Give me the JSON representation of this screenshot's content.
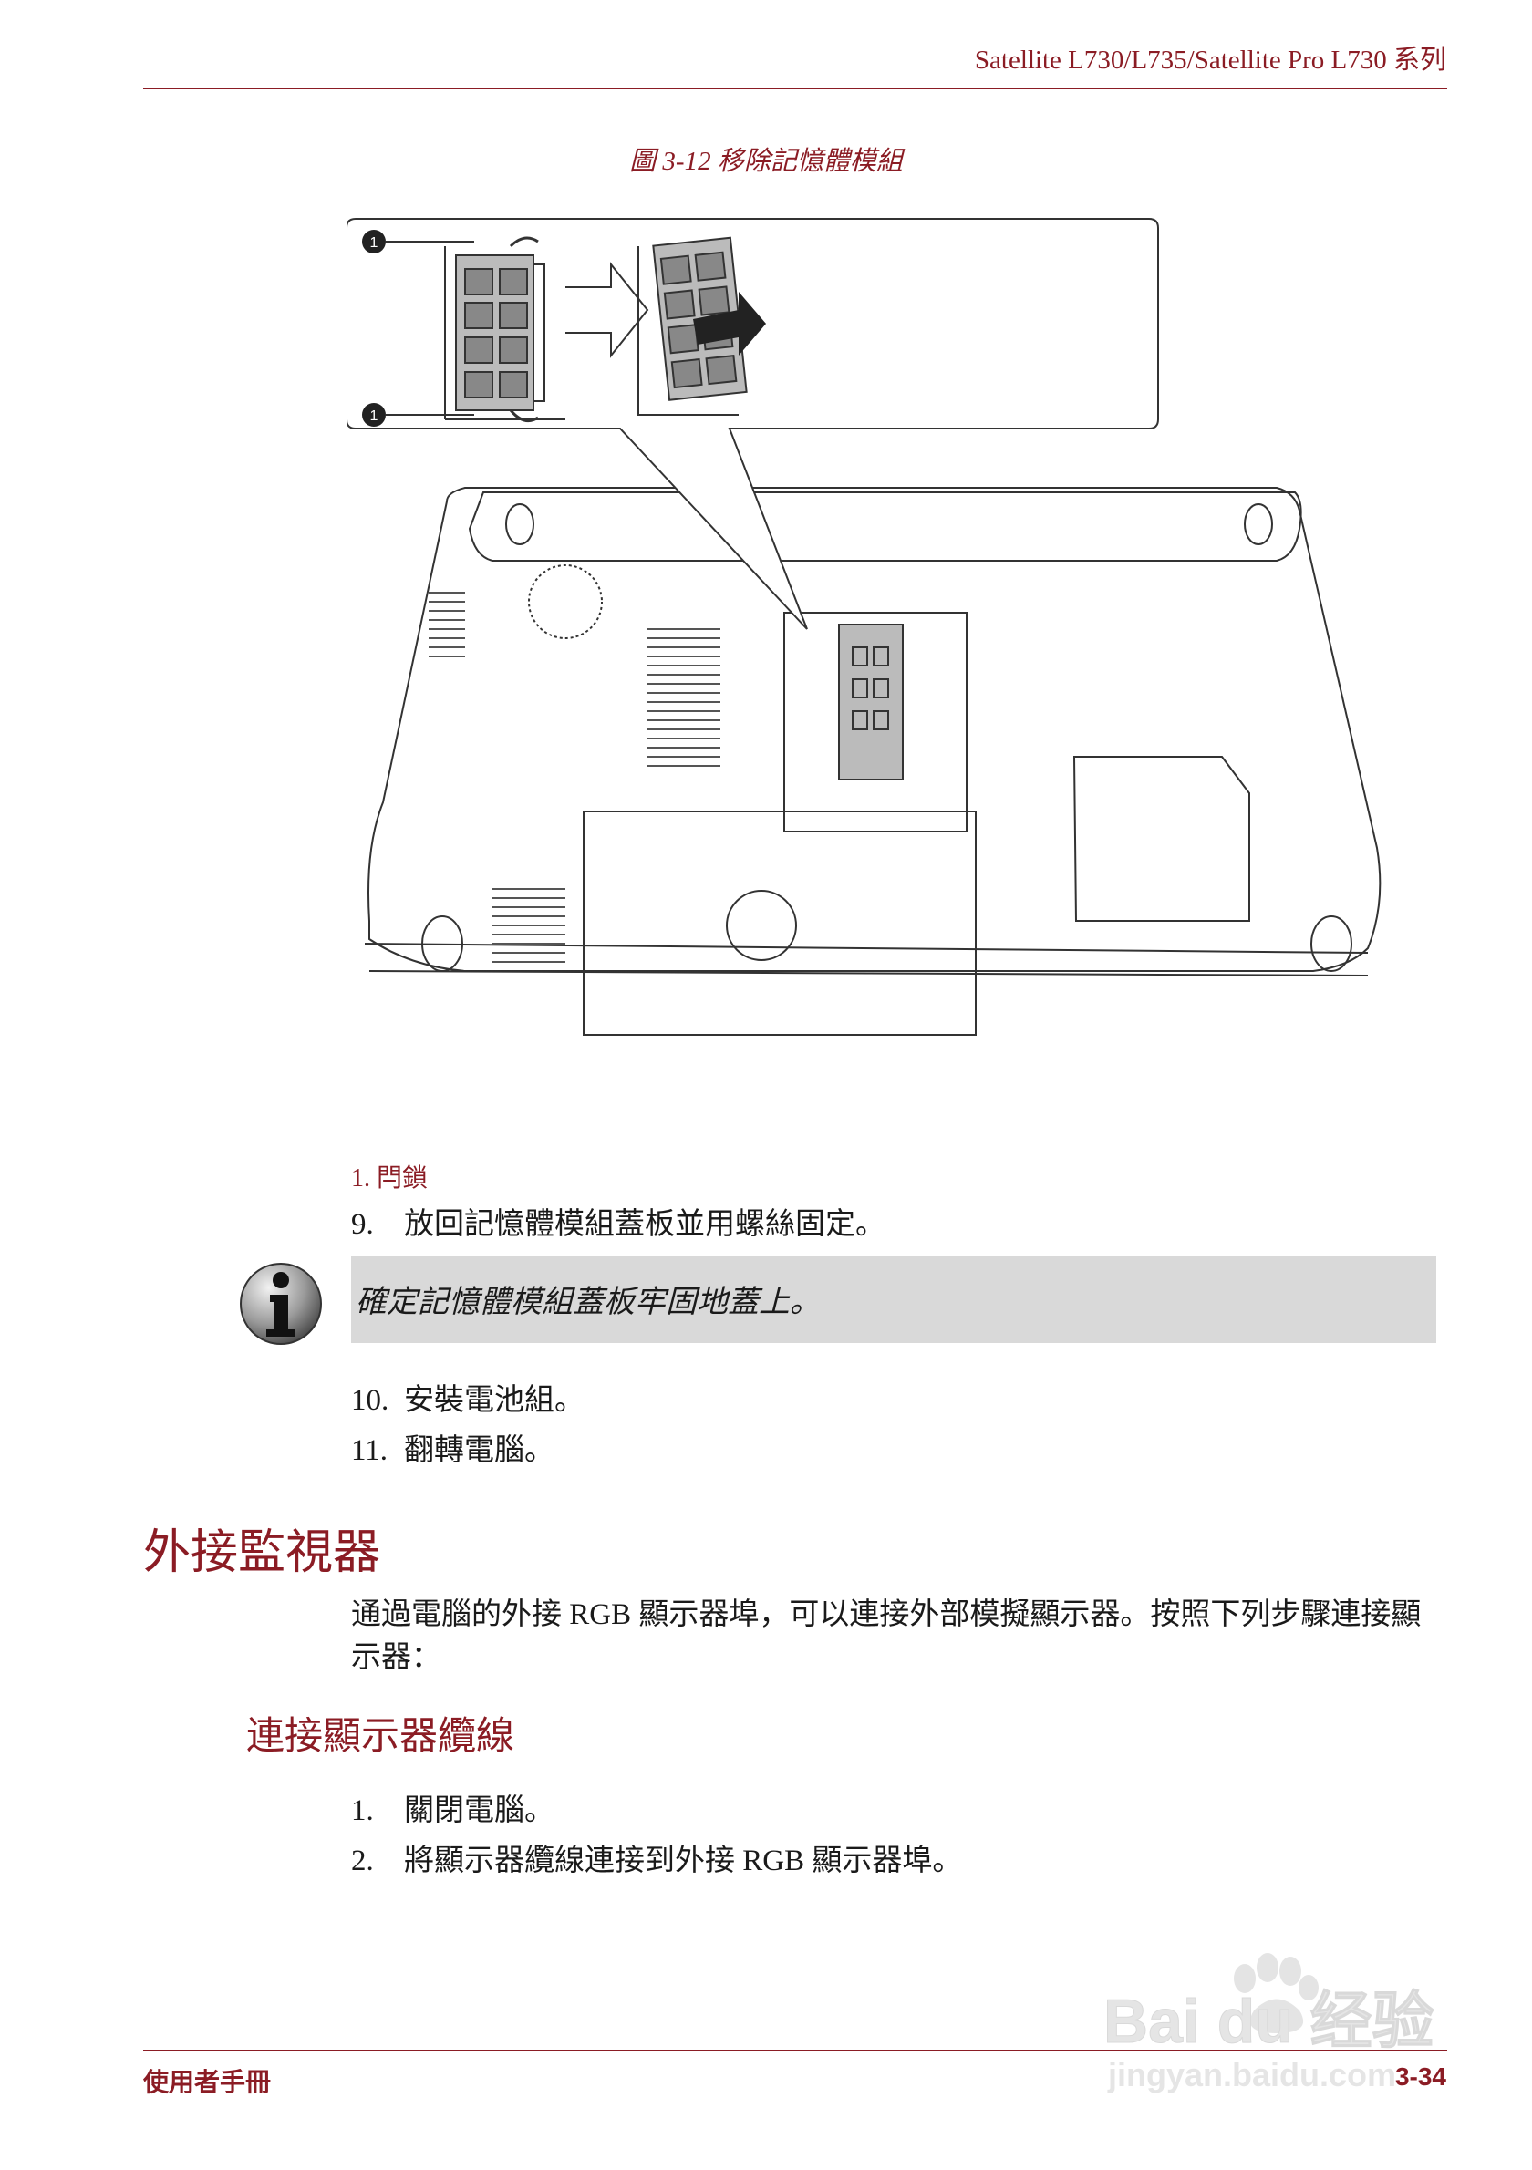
{
  "header": {
    "title": "Satellite L730/L735/Satellite Pro L730 系列",
    "accent_color": "#8b1c24"
  },
  "figure": {
    "caption": "圖 3-12 移除記憶體模組",
    "callout_number": "1"
  },
  "callout_legend": "1. 閂鎖",
  "steps_before_note": [
    {
      "num": "9.",
      "text": "放回記憶體模組蓋板並用螺絲固定。"
    }
  ],
  "note": {
    "icon": "info-icon",
    "text": "確定記憶體模組蓋板牢固地蓋上。",
    "background": "#d9d9d9"
  },
  "steps_after_note": [
    {
      "num": "10.",
      "text": "安裝電池組。"
    },
    {
      "num": "11.",
      "text": "翻轉電腦。"
    }
  ],
  "section": {
    "heading": "外接監視器",
    "intro": "通過電腦的外接 RGB 顯示器埠，可以連接外部模擬顯示器。按照下列步驟連接顯示器：",
    "subheading": "連接顯示器纜線",
    "steps": [
      {
        "num": "1.",
        "text": "關閉電腦。"
      },
      {
        "num": "2.",
        "text": "將顯示器纜線連接到外接 RGB 顯示器埠。"
      }
    ]
  },
  "footer": {
    "left": "使用者手冊",
    "right": "3-34"
  },
  "watermark": {
    "brand": "Bai du 经验",
    "url": "jingyan.baidu.com"
  }
}
